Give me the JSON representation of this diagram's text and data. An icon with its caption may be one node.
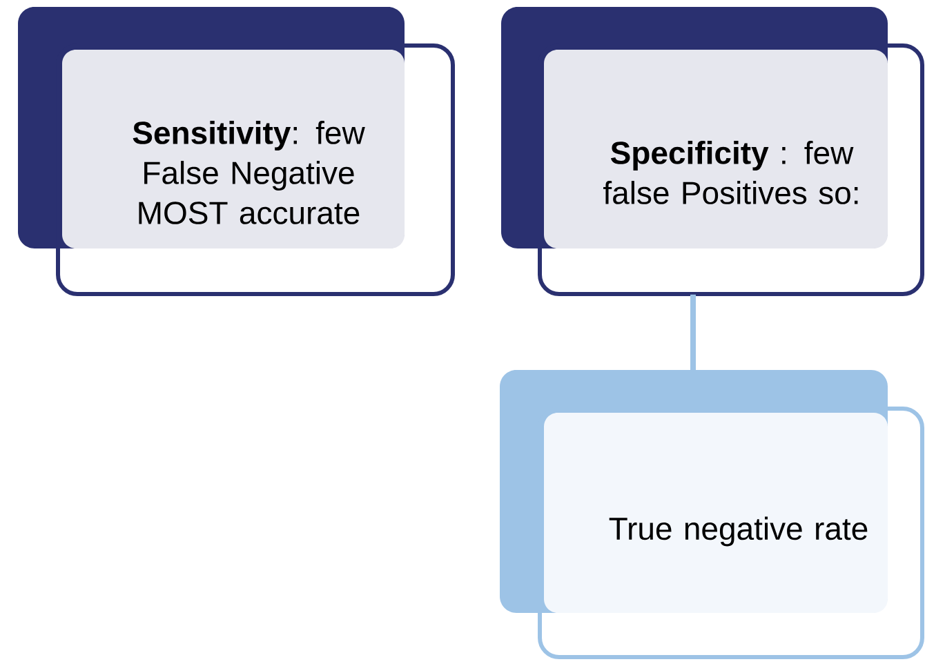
{
  "diagram": {
    "nodes": [
      {
        "text": [
          "**Sensitivity**: few False Negative MOST accurate"
        ]
      },
      {
        "text": [
          "**Specificity** : few false Positives so:"
        ]
      },
      {
        "text": [
          "True negative rate"
        ]
      }
    ],
    "edges": [
      {
        "from": 1,
        "to": 2,
        "arrow": "none"
      }
    ]
  }
}
